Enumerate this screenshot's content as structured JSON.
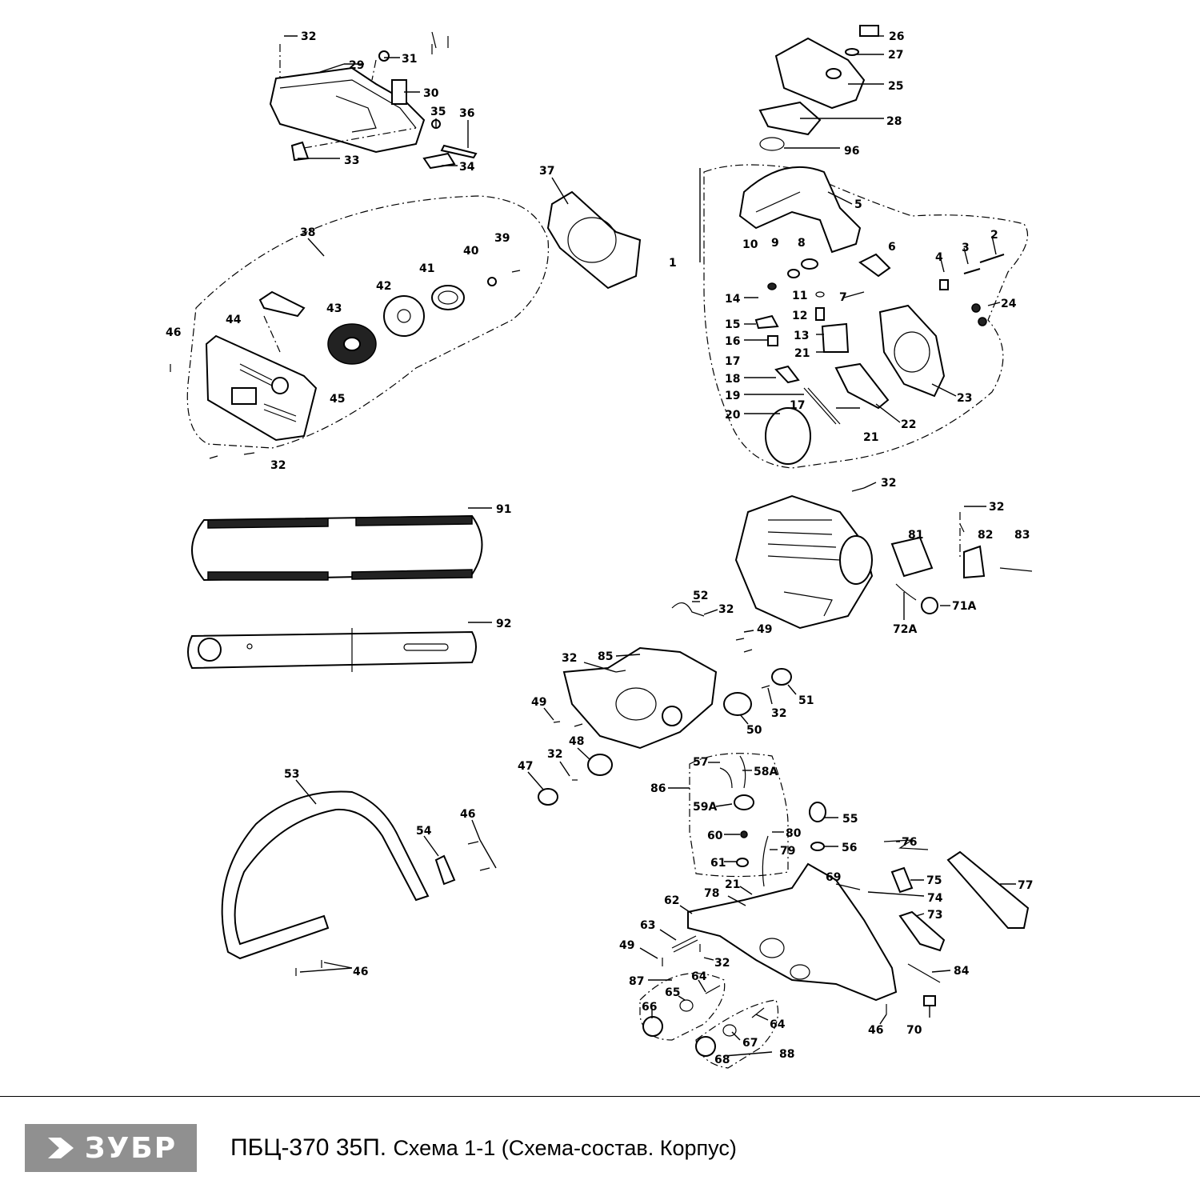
{
  "brand": {
    "name": "ЗУБР"
  },
  "title": {
    "model": "ПБЦ-370 35П.",
    "description": "Схема 1-1 (Схема-состав. Корпус)"
  },
  "labels": {
    "l1": "1",
    "l2": "2",
    "l3": "3",
    "l4": "4",
    "l5": "5",
    "l6": "6",
    "l7": "7",
    "l8": "8",
    "l9": "9",
    "l10": "10",
    "l11": "11",
    "l12": "12",
    "l13": "13",
    "l14": "14",
    "l15": "15",
    "l16": "16",
    "l17a": "17",
    "l17b": "17",
    "l18": "18",
    "l19": "19",
    "l20": "20",
    "l21a": "21",
    "l21b": "21",
    "l21c": "21",
    "l22": "22",
    "l23": "23",
    "l24": "24",
    "l25": "25",
    "l26": "26",
    "l27": "27",
    "l28": "28",
    "l29": "29",
    "l30": "30",
    "l31": "31",
    "l32a": "32",
    "l32b": "32",
    "l32c": "32",
    "l32d": "32",
    "l32e": "32",
    "l32f": "32",
    "l32g": "32",
    "l32h": "32",
    "l32i": "32",
    "l33": "33",
    "l34": "34",
    "l35": "35",
    "l36": "36",
    "l37": "37",
    "l38": "38",
    "l39": "39",
    "l40": "40",
    "l41": "41",
    "l42": "42",
    "l43": "43",
    "l44": "44",
    "l45": "45",
    "l46a": "46",
    "l46b": "46",
    "l46c": "46",
    "l46d": "46",
    "l47": "47",
    "l48": "48",
    "l49a": "49",
    "l49b": "49",
    "l49c": "49",
    "l50": "50",
    "l51": "51",
    "l52": "52",
    "l53": "53",
    "l54": "54",
    "l55": "55",
    "l56": "56",
    "l57": "57",
    "l58a": "58A",
    "l59a": "59A",
    "l60": "60",
    "l61": "61",
    "l62": "62",
    "l63": "63",
    "l64a": "64",
    "l64b": "64",
    "l65": "65",
    "l66": "66",
    "l67": "67",
    "l68": "68",
    "l69": "69",
    "l70": "70",
    "l71a": "71A",
    "l72a": "72A",
    "l73": "73",
    "l74": "74",
    "l75": "75",
    "l76": "76",
    "l77": "77",
    "l78": "78",
    "l79": "79",
    "l80": "80",
    "l81": "81",
    "l82": "82",
    "l83": "83",
    "l84": "84",
    "l85": "85",
    "l86": "86",
    "l87": "87",
    "l88": "88",
    "l91": "91",
    "l92": "92",
    "l96": "96"
  }
}
